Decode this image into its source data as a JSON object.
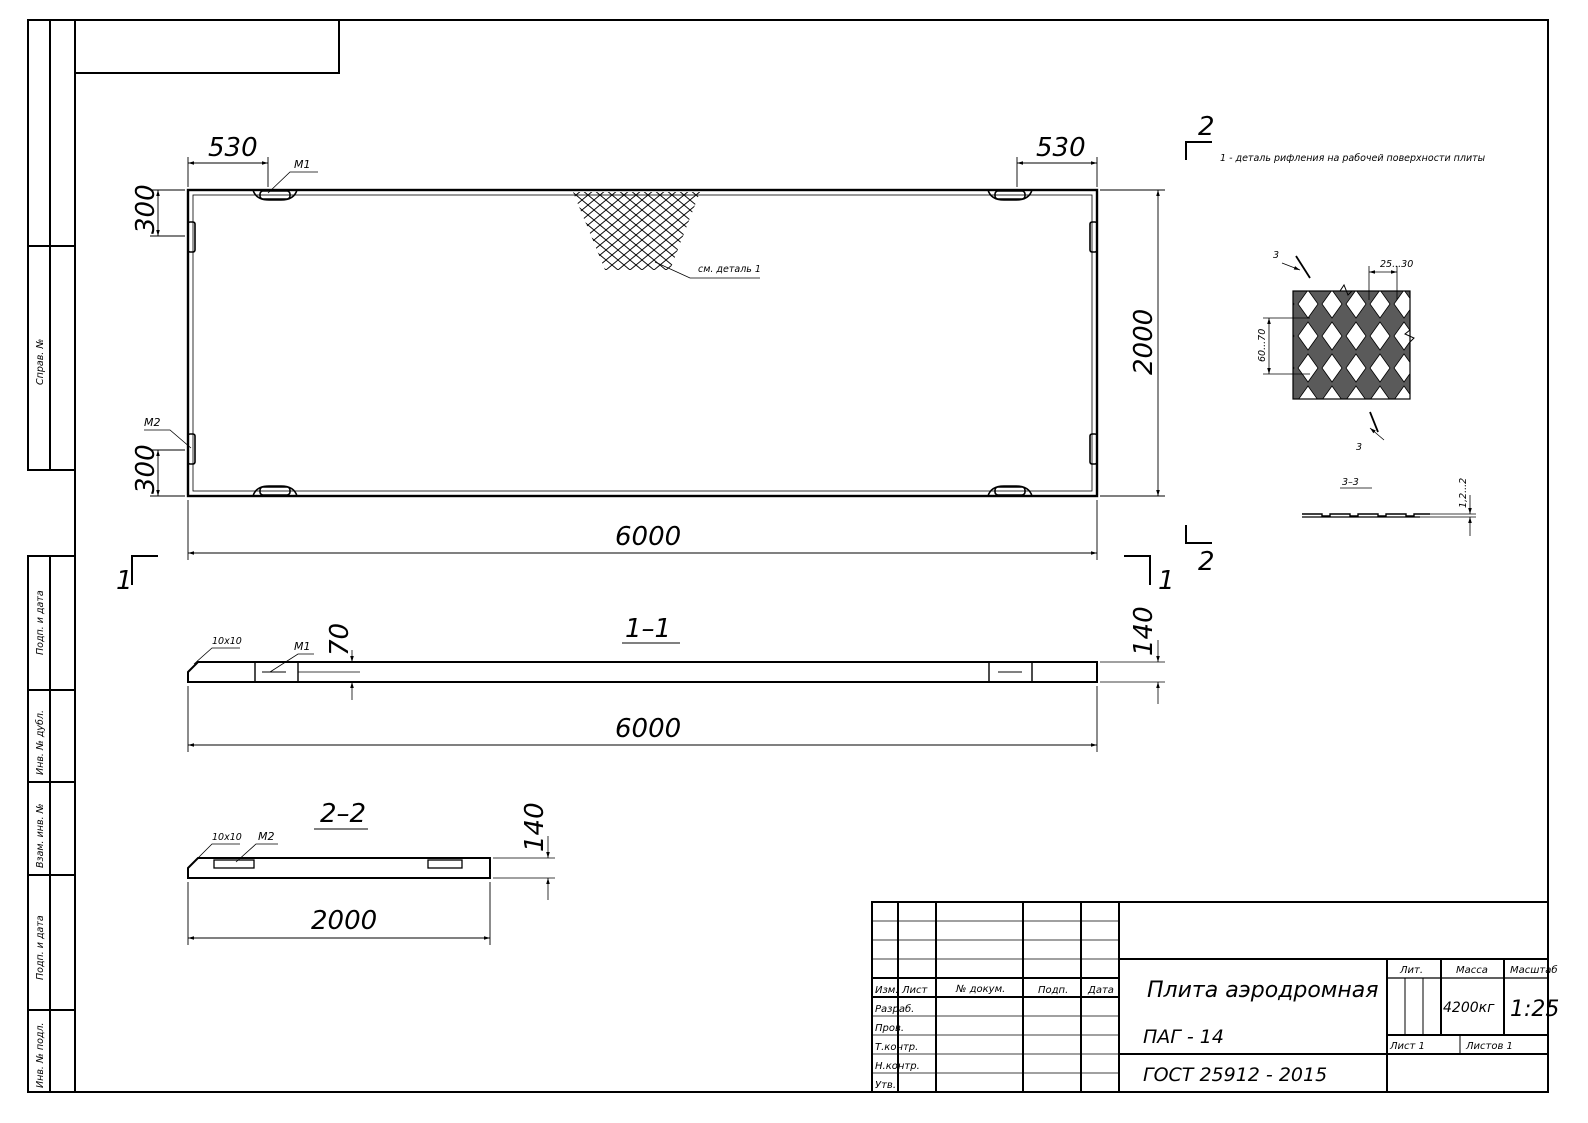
{
  "side_stamps": {
    "sprav": "Справ. №",
    "podp_data_1": "Подп. и дата",
    "inv_dubl": "Инв. № дубл.",
    "vzam_inv": "Взам. инв. №",
    "podp_data_2": "Подп. и дата",
    "inv_podl": "Инв. № подл."
  },
  "plan": {
    "dim_left_top": "530",
    "dim_right_top": "530",
    "dim_left_side_top": "300",
    "dim_left_side_bottom": "300",
    "dim_height": "2000",
    "dim_length": "6000",
    "label_m1": "М1",
    "label_m2": "М2",
    "detail_ref": "см. деталь 1",
    "section_mark": "1"
  },
  "section_2_mark": "2",
  "note": "1 - деталь рифления на рабочей поверхности плиты",
  "detail": {
    "dim_3_top": "3",
    "dim_3_bottom": "3",
    "dim_pitch": "25...30",
    "dim_span": "60...70",
    "section_label": "3–3",
    "dim_depth": "1,2...2"
  },
  "section_1_1": {
    "title": "1–1",
    "chamfer": "10х10",
    "label_m1": "М1",
    "dim_70": "70",
    "dim_140": "140",
    "dim_length": "6000"
  },
  "section_2_2": {
    "title": "2–2",
    "chamfer": "10х10",
    "label_m2": "М2",
    "dim_140": "140",
    "dim_length": "2000"
  },
  "title_block": {
    "izm": "Изм.",
    "list": "Лист",
    "n_dokum": "№ докум.",
    "podp": "Подп.",
    "data": "Дата",
    "razrab": "Разраб.",
    "prov": "Пров.",
    "t_kontr": "Т.контр.",
    "n_kontr": "Н.контр.",
    "utv": "Утв.",
    "name": "Плита аэродромная",
    "code": "ПАГ - 14",
    "standard": "ГОСТ 25912 - 2015",
    "lit": "Лит.",
    "massa": "Масса",
    "masshtab": "Масштаб",
    "massa_value": "4200кг",
    "masshtab_value": "1:25",
    "list_label": "Лист 1",
    "listov_label": "Листов 1"
  }
}
